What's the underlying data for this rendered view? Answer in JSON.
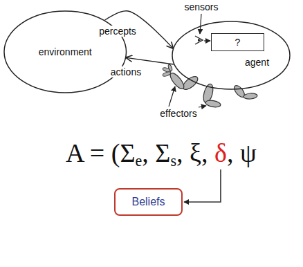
{
  "diagram": {
    "nodes": [
      {
        "text": [
          "environment"
        ]
      },
      {
        "text": [
          "agent"
        ]
      },
      {
        "text": [
          "?"
        ],
        "in": 1
      },
      {
        "text": [
          "Beliefs"
        ]
      }
    ],
    "edges": [
      {
        "from": 0,
        "to": 1,
        "arrow": "to",
        "label": "percepts"
      },
      {
        "from": 1,
        "to": 0,
        "arrow": "to",
        "label": "actions"
      }
    ],
    "labels": [
      "sensors",
      "effectors",
      "A = (Σ",
      "e",
      ", Σ",
      "s",
      ", ξ, ",
      "δ",
      ", ψ"
    ]
  }
}
